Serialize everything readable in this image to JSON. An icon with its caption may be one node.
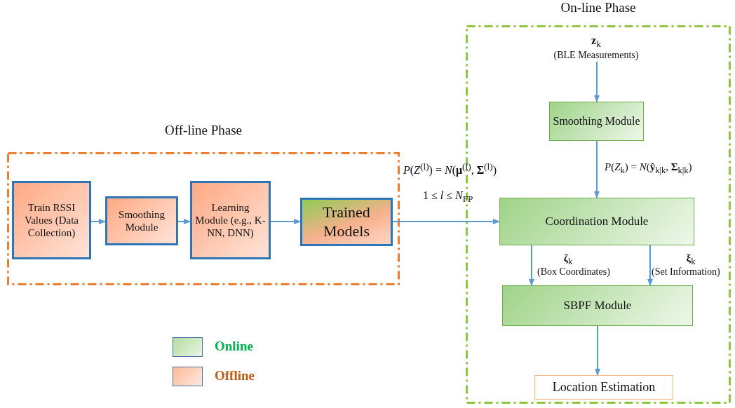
{
  "diagram": {
    "nodes": [
      {
        "text": [
          "Off-line Phase"
        ]
      },
      {
        "text": [
          "Train RSSI Values (Data Collection)"
        ],
        "in": 0
      },
      {
        "text": [
          "Smoothing Module"
        ],
        "in": 0
      },
      {
        "text": [
          "Learning Module (e.g., K-NN, DNN)"
        ],
        "in": 0
      },
      {
        "text": [
          "Trained Models"
        ],
        "in": 0
      },
      {
        "text": [
          "On-line Phase"
        ]
      },
      {
        "text": [
          "**z**$_{k}$",
          "(BLE Measurements)"
        ],
        "in": 5
      },
      {
        "text": [
          "Smoothing Module"
        ],
        "in": 5
      },
      {
        "text": [
          "Coordination Module"
        ],
        "in": 5
      },
      {
        "text": [
          "SBPF Module"
        ],
        "in": 5
      },
      {
        "text": [
          "Location Estimation"
        ],
        "in": 5
      }
    ],
    "edges": [
      {
        "from": 1,
        "to": 2,
        "arrow": "to"
      },
      {
        "from": 2,
        "to": 3,
        "arrow": "to"
      },
      {
        "from": 3,
        "to": 4,
        "arrow": "to"
      },
      {
        "from": 4,
        "to": 8,
        "arrow": "to"
      },
      {
        "from": 6,
        "to": 7,
        "arrow": "to"
      },
      {
        "from": 7,
        "to": 8,
        "arrow": "to",
        "label": "*P*(*Z*$_{k}$) = *N*(**ŷ**$_{k|k}$, **Σ**$_{k|k}$)"
      },
      {
        "from": 8,
        "to": 9,
        "arrow": "to",
        "label": "**ζ**$_{k}$"
      },
      {
        "from": 8,
        "to": 9,
        "arrow": "to",
        "label": "**ξ**$_{k}$"
      },
      {
        "from": 9,
        "to": 10,
        "arrow": "to"
      }
    ],
    "labels": [
      "*P*(*Z*$^{(l)}$) = *N*(**μ**$^{(l)}$, **Σ**$^{(l)}$)",
      "1 ≤ *l* ≤ *N*$_{FP}$",
      "(Box Coordinates)",
      "(Set Information)"
    ],
    "legend": [
      {
        "text": "Online",
        "color": "#b4dca0"
      },
      {
        "text": "Offline",
        "color": "#ffb898"
      }
    ]
  }
}
